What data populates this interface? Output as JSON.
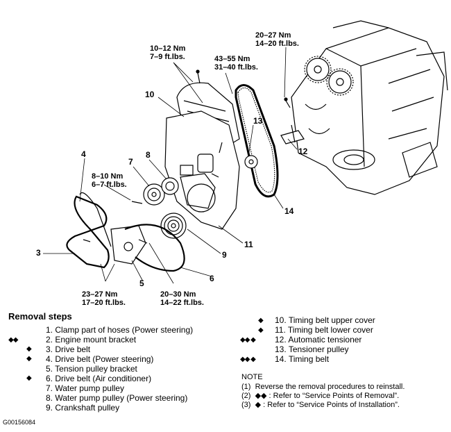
{
  "diagram": {
    "callouts": {
      "n10": "10",
      "n13": "13",
      "n12": "12",
      "n4": "4",
      "n7": "7",
      "n8": "8",
      "n3": "3",
      "n11": "11",
      "n9": "9",
      "n5": "5",
      "n6": "6",
      "n14": "14"
    },
    "torques": {
      "t1": {
        "nm": "10–12 Nm",
        "ft": "7–9 ft.lbs."
      },
      "t2": {
        "nm": "20–27 Nm",
        "ft": "14–20 ft.lbs."
      },
      "t3": {
        "nm": "43–55 Nm",
        "ft": "31–40 ft.lbs."
      },
      "t4": {
        "nm": "8–10 Nm",
        "ft": "6–7 ft.lbs."
      },
      "t5": {
        "nm": "23–27 Nm",
        "ft": "17–20 ft.lbs."
      },
      "t6": {
        "nm": "20–30 Nm",
        "ft": "14–22 ft.lbs."
      }
    }
  },
  "removal_steps": {
    "title": "Removal steps",
    "left": [
      {
        "mark": "",
        "num": "1.",
        "text": "Clamp part of hoses (Power steering)"
      },
      {
        "mark": "◆◆",
        "num": "2.",
        "text": "Engine mount bracket"
      },
      {
        "mark": "◆",
        "num": "3.",
        "text": "Drive belt"
      },
      {
        "mark": "◆",
        "num": "4.",
        "text": "Drive belt (Power steering)"
      },
      {
        "mark": "",
        "num": "5.",
        "text": "Tension pulley bracket"
      },
      {
        "mark": "◆",
        "num": "6.",
        "text": "Drive belt (Air conditioner)"
      },
      {
        "mark": "",
        "num": "7.",
        "text": "Water pump pulley"
      },
      {
        "mark": "",
        "num": "8.",
        "text": "Water pump pulley (Power steering)"
      },
      {
        "mark": "",
        "num": "9.",
        "text": "Crankshaft pulley"
      }
    ],
    "right": [
      {
        "mark": "◆",
        "num": "10.",
        "text": "Timing belt upper cover"
      },
      {
        "mark": "◆",
        "num": "11.",
        "text": "Timing belt lower cover"
      },
      {
        "mark": "◆◆ ◆",
        "num": "12.",
        "text": "Automatic tensioner"
      },
      {
        "mark": "",
        "num": "13.",
        "text": "Tensioner pulley"
      },
      {
        "mark": "◆◆ ◆",
        "num": "14.",
        "text": "Timing belt"
      }
    ]
  },
  "note": {
    "title": "NOTE",
    "lines": [
      {
        "num": "(1)",
        "text": "Reverse the removal procedures to reinstall."
      },
      {
        "num": "(2)",
        "text": "◆◆ : Refer to “Service Points of Removal”."
      },
      {
        "num": "(3)",
        "text": "◆ : Refer to “Service Points of Installation”."
      }
    ]
  },
  "image_code": "G00156084"
}
